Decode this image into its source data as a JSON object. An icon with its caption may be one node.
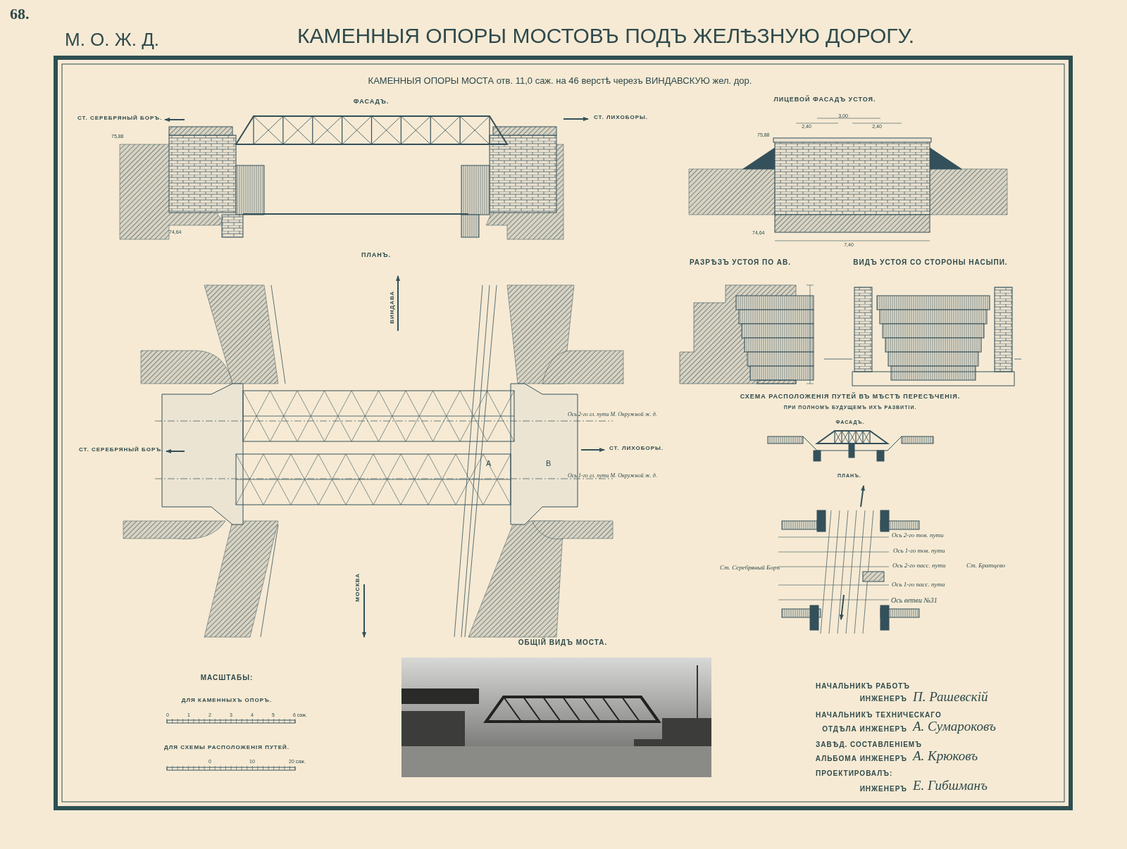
{
  "diagram": {
    "title": "КАМЕННЫЯ ОПОРЫ МОСТОВЪ ПОДЪ ЖЕЛѢЗНУЮ ДОРОГУ.",
    "labels": [
      "68.",
      "М. О. Ж. Д.",
      "КАМЕННЫЯ ОПОРЫ МОСТА отв. 11,0 саж. на 46 верстѣ черезъ ВИНДАВСКУЮ жел. дор.",
      "ФАСАДЪ.",
      "СТ. СЕРЕБРЯНЫЙ БОРЪ.",
      "СТ. ЛИХОБОРЫ.",
      "75,88",
      "74,64",
      "ЛИЦЕВОЙ ФАСАДЪ УСТОЯ.",
      "3,00",
      "2,40",
      "2,40",
      "75,88",
      "74,64",
      "7,40",
      "РАЗРѢЗЪ УСТОЯ ПО АВ.",
      "ВИДЪ УСТОЯ СО СТОРОНЫ НАСЫПИ.",
      "ПЛАНЪ.",
      "ВИНДАВА",
      "СТ. СЕРЕБРЯНЫЙ БОРЪ.",
      "Ось 2-го гл. пути М. Окружной ж. д.",
      "СТ. ЛИХОБОРЫ.",
      "А",
      "В",
      "Ось 1-го гл. пути М. Окружной ж. д.",
      "МОСКВА",
      "СХЕМА РАСПОЛОЖЕНІЯ ПУТЕЙ ВЪ МѢСТѢ ПЕРЕСѢЧЕНІЯ.",
      "ПРИ ПОЛНОМЪ БУДУЩЕМЪ ИХЪ РАЗВИТІИ.",
      "ФАСАДЪ.",
      "ПЛАНЪ.",
      "Ось 2-го тов. пути",
      "Ось 1-го тов. пути",
      "Ст. Серебряный Боръ",
      "Ось 2-го пасс. пути",
      "Ст. Братцево",
      "Ось 1-го пасс. пути",
      "Ось ветви №31",
      "ОБЩІЙ ВИДЪ МОСТА.",
      "МАСШТАБЫ:",
      "ДЛЯ КАМЕННЫХЪ ОПОРЪ.",
      "0",
      "1",
      "2",
      "3",
      "4",
      "5",
      "6 саж.",
      "ДЛЯ СХЕМЫ РАСПОЛОЖЕНІЯ ПУТЕЙ.",
      "0",
      "10",
      "20 саж.",
      "НАЧАЛЬНИКЪ РАБОТЪ",
      "ИНЖЕНЕРЪ",
      "П. Рашевскій",
      "НАЧАЛЬНИКЪ ТЕХНИЧЕСКАГО",
      "ОТДѢЛА ИНЖЕНЕРЪ",
      "А. Сумароковъ",
      "ЗАВѢД. СОСТАВЛЕНІЕМЪ",
      "АЛЬБОМА ИНЖЕНЕРЪ",
      "А. Крюковъ",
      "ПРОЕКТИРОВАЛЪ:",
      "ИНЖЕНЕРЪ",
      "Е. Гибшманъ"
    ]
  }
}
